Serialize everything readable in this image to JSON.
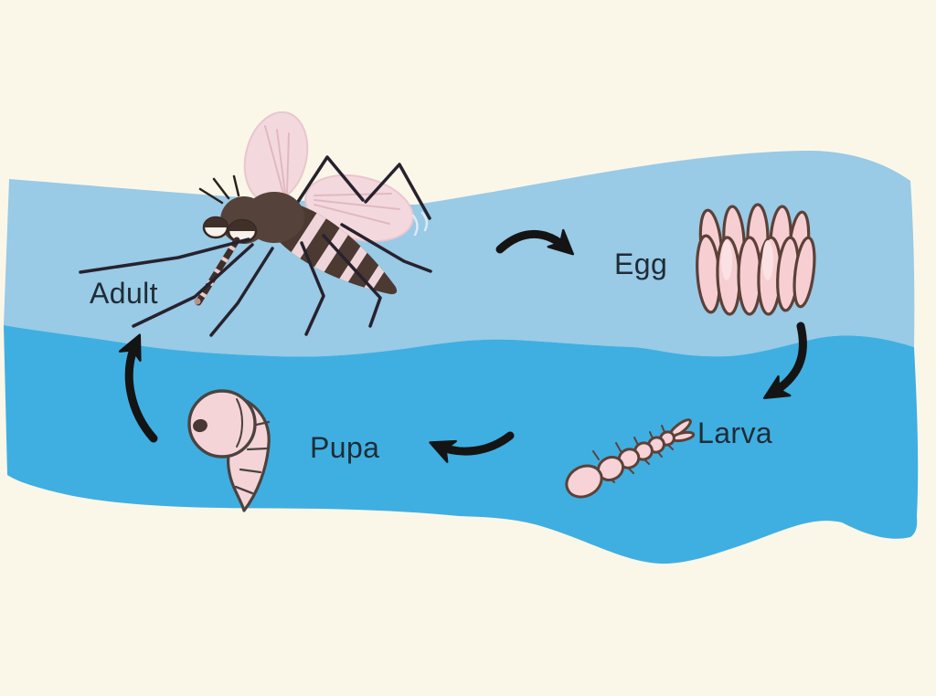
{
  "diagram_type": "life-cycle",
  "stages": {
    "adult": {
      "label": "Adult",
      "illustration": "adult-mosquito-icon"
    },
    "egg": {
      "label": "Egg",
      "illustration": "egg-raft-icon"
    },
    "larva": {
      "label": "Larva",
      "illustration": "larva-icon"
    },
    "pupa": {
      "label": "Pupa",
      "illustration": "pupa-icon"
    }
  },
  "flow": [
    "adult-to-egg",
    "egg-to-larva",
    "larva-to-pupa",
    "pupa-to-adult"
  ],
  "colors": {
    "background": "#FBF7E8",
    "water_surface_band": "#99CAE6",
    "water_deep": "#3FAFE1",
    "arrow": "#141414",
    "label_text": "#1F2C36",
    "stage_pink": "#F7D0D4",
    "outline_brown": "#5C4138",
    "mosquito_brown": "#55423B",
    "wing_pink": "#F3D9DD"
  }
}
